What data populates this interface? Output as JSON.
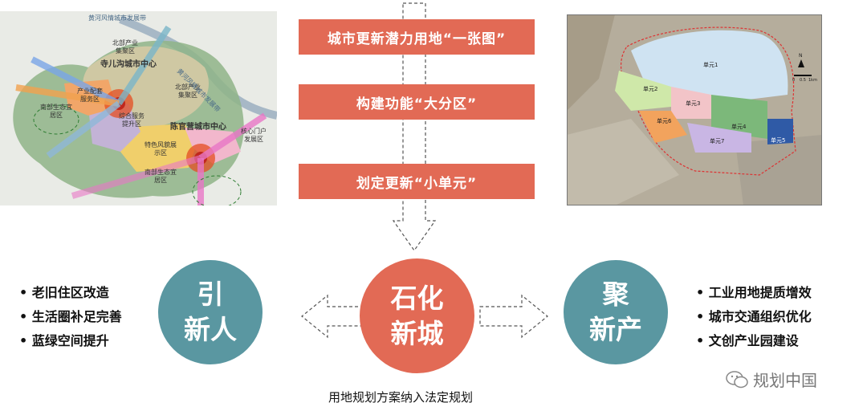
{
  "left_map": {
    "labels": {
      "north_industry": "北部产业\n集聚区",
      "sierhou_center": "寺儿沟城市中心",
      "industry_service": "产业配套\n服务区",
      "comprehensive": "综合服务\n提升区",
      "north_industry2": "北部产业\n集聚区",
      "chenguanying_center": "陈官营城市中心",
      "featured_style": "特色风貌展\n示区",
      "south_eco_west": "南部生态宜\n居区",
      "south_eco_south": "南部生态宜\n居区",
      "core_gateway": "核心门户\n发展区",
      "river_belt_top": "黄河风情城市发展带",
      "river_belt_right": "黄河风情城市发展带"
    }
  },
  "center_steps": [
    "城市更新潜力用地“一张图”",
    "构建功能“大分区”",
    "划定更新“小单元”"
  ],
  "right_map": {
    "units": [
      "单元1",
      "单元2",
      "单元3",
      "单元4",
      "单元5",
      "单元6",
      "单元7"
    ],
    "scale_labels": [
      "0",
      "0.5",
      "1km"
    ],
    "north_mark": "N"
  },
  "left_circle": "引\n新人",
  "center_circle": "石化\n新城",
  "right_circle": "聚\n新产",
  "left_bullets": [
    "• 老旧住区改造",
    "• 生活圈补足完善",
    "• 蓝绿空间提升"
  ],
  "right_bullets": [
    "• 工业用地提质增效",
    "• 城市交通组织优化",
    "• 文创产业园建设"
  ],
  "bottom_caption": "用地规划方案纳入法定规划",
  "watermark": "规划中国",
  "colors": {
    "red_box": "#e26a55",
    "teal_circle": "#5a97a1",
    "red_circle": "#e26a55"
  }
}
